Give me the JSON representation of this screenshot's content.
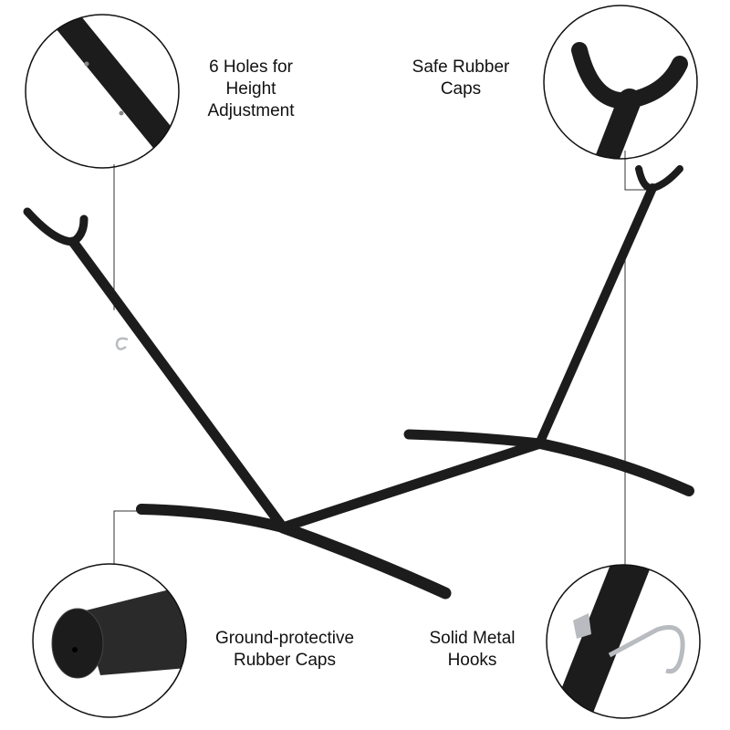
{
  "callouts": {
    "holes": {
      "lines": [
        "6 Holes for",
        "Height",
        "Adjustment"
      ]
    },
    "caps_top": {
      "lines": [
        "Safe Rubber",
        "Caps"
      ]
    },
    "caps_ground": {
      "lines": [
        "Ground-protective",
        "Rubber Caps"
      ]
    },
    "hooks": {
      "lines": [
        "Solid Metal",
        "Hooks"
      ]
    }
  },
  "colors": {
    "frame": "#1c1c1c",
    "line": "#222222",
    "hook": "#b8bcc0"
  }
}
